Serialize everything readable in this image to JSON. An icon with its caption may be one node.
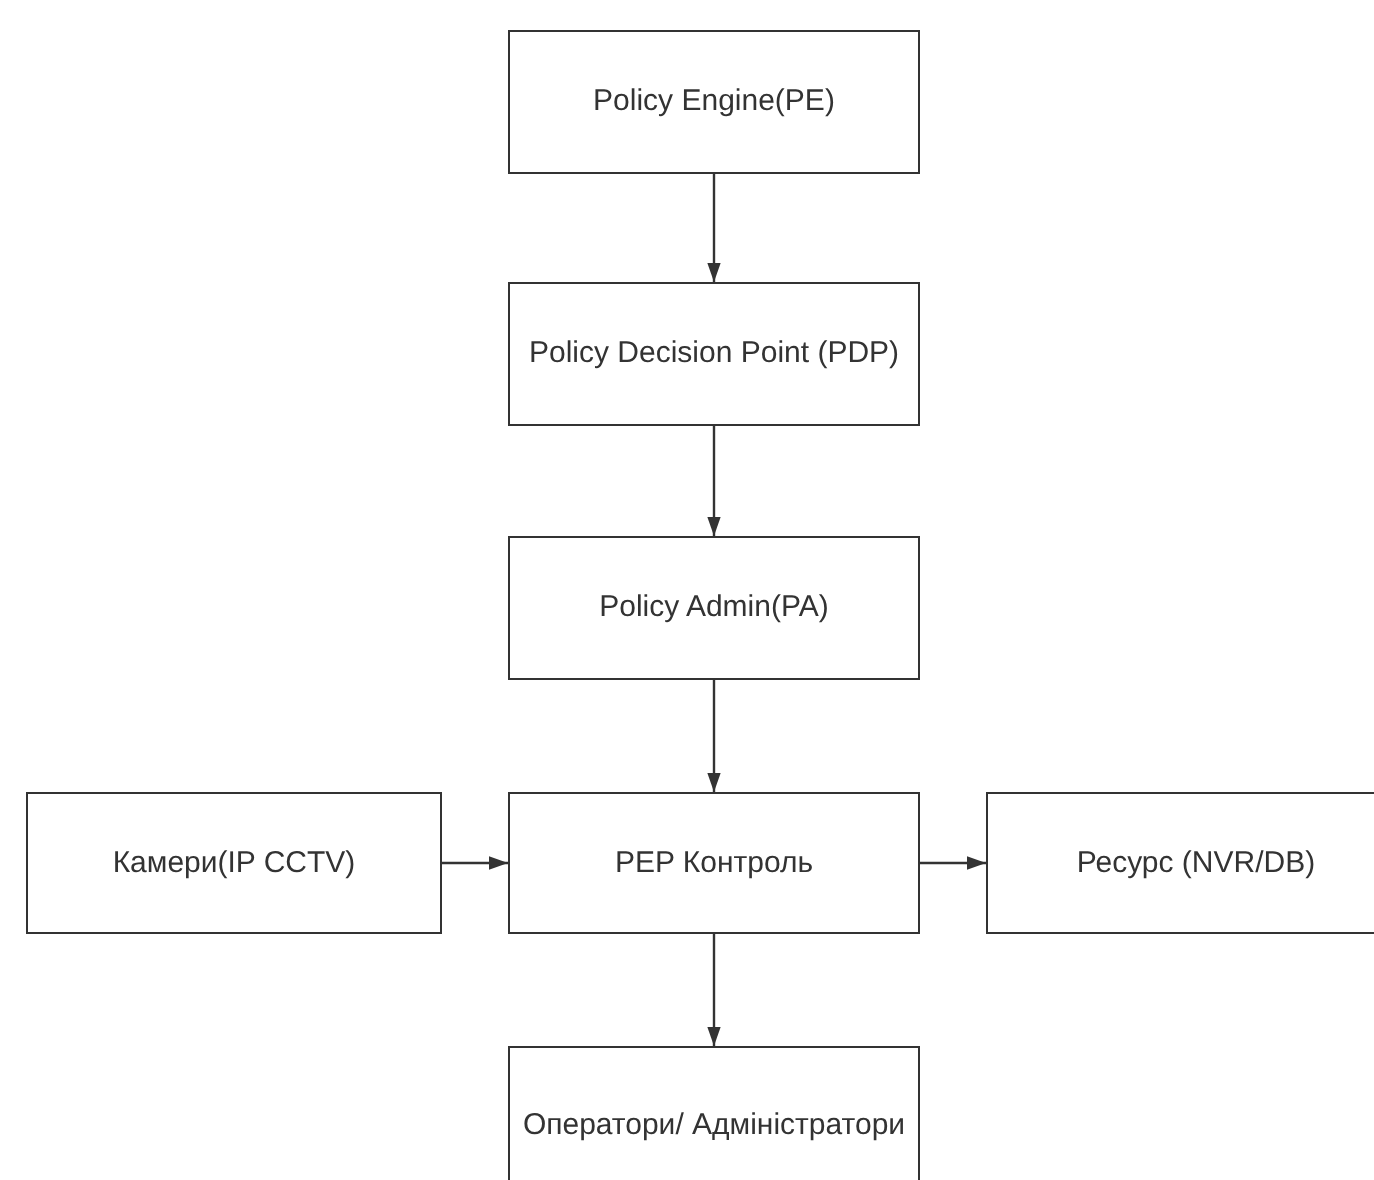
{
  "diagram": {
    "nodes": [
      {
        "text": [
          "Policy Engine(PE)"
        ]
      },
      {
        "text": [
          "Policy Decision Point (PDP)"
        ]
      },
      {
        "text": [
          "Policy Admin(PA)"
        ]
      },
      {
        "text": [
          "Камери(IP CCTV)"
        ]
      },
      {
        "text": [
          "PEP Контроль"
        ]
      },
      {
        "text": [
          "Ресурс (NVR/DB)"
        ]
      },
      {
        "text": [
          "Оператори/ Адміністратори"
        ]
      }
    ],
    "edges": [
      {
        "from": 0,
        "to": 1,
        "arrow": "to"
      },
      {
        "from": 1,
        "to": 2,
        "arrow": "to"
      },
      {
        "from": 2,
        "to": 4,
        "arrow": "to"
      },
      {
        "from": 3,
        "to": 4,
        "arrow": "to"
      },
      {
        "from": 4,
        "to": 5,
        "arrow": "to"
      },
      {
        "from": 4,
        "to": 6,
        "arrow": "to"
      }
    ]
  }
}
